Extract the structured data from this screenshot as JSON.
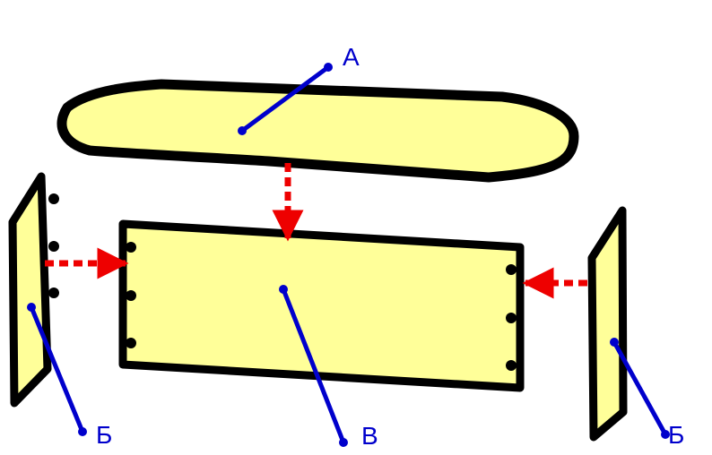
{
  "diagram": {
    "labels": {
      "top_panel": "А",
      "left_side": "Б",
      "front_panel": "В",
      "right_side": "Б"
    },
    "colors": {
      "fill": "#FFFF99",
      "outline": "#000000",
      "pointer": "#0000CC",
      "arrow": "#EE0000",
      "background": "#FFFFFF"
    }
  }
}
